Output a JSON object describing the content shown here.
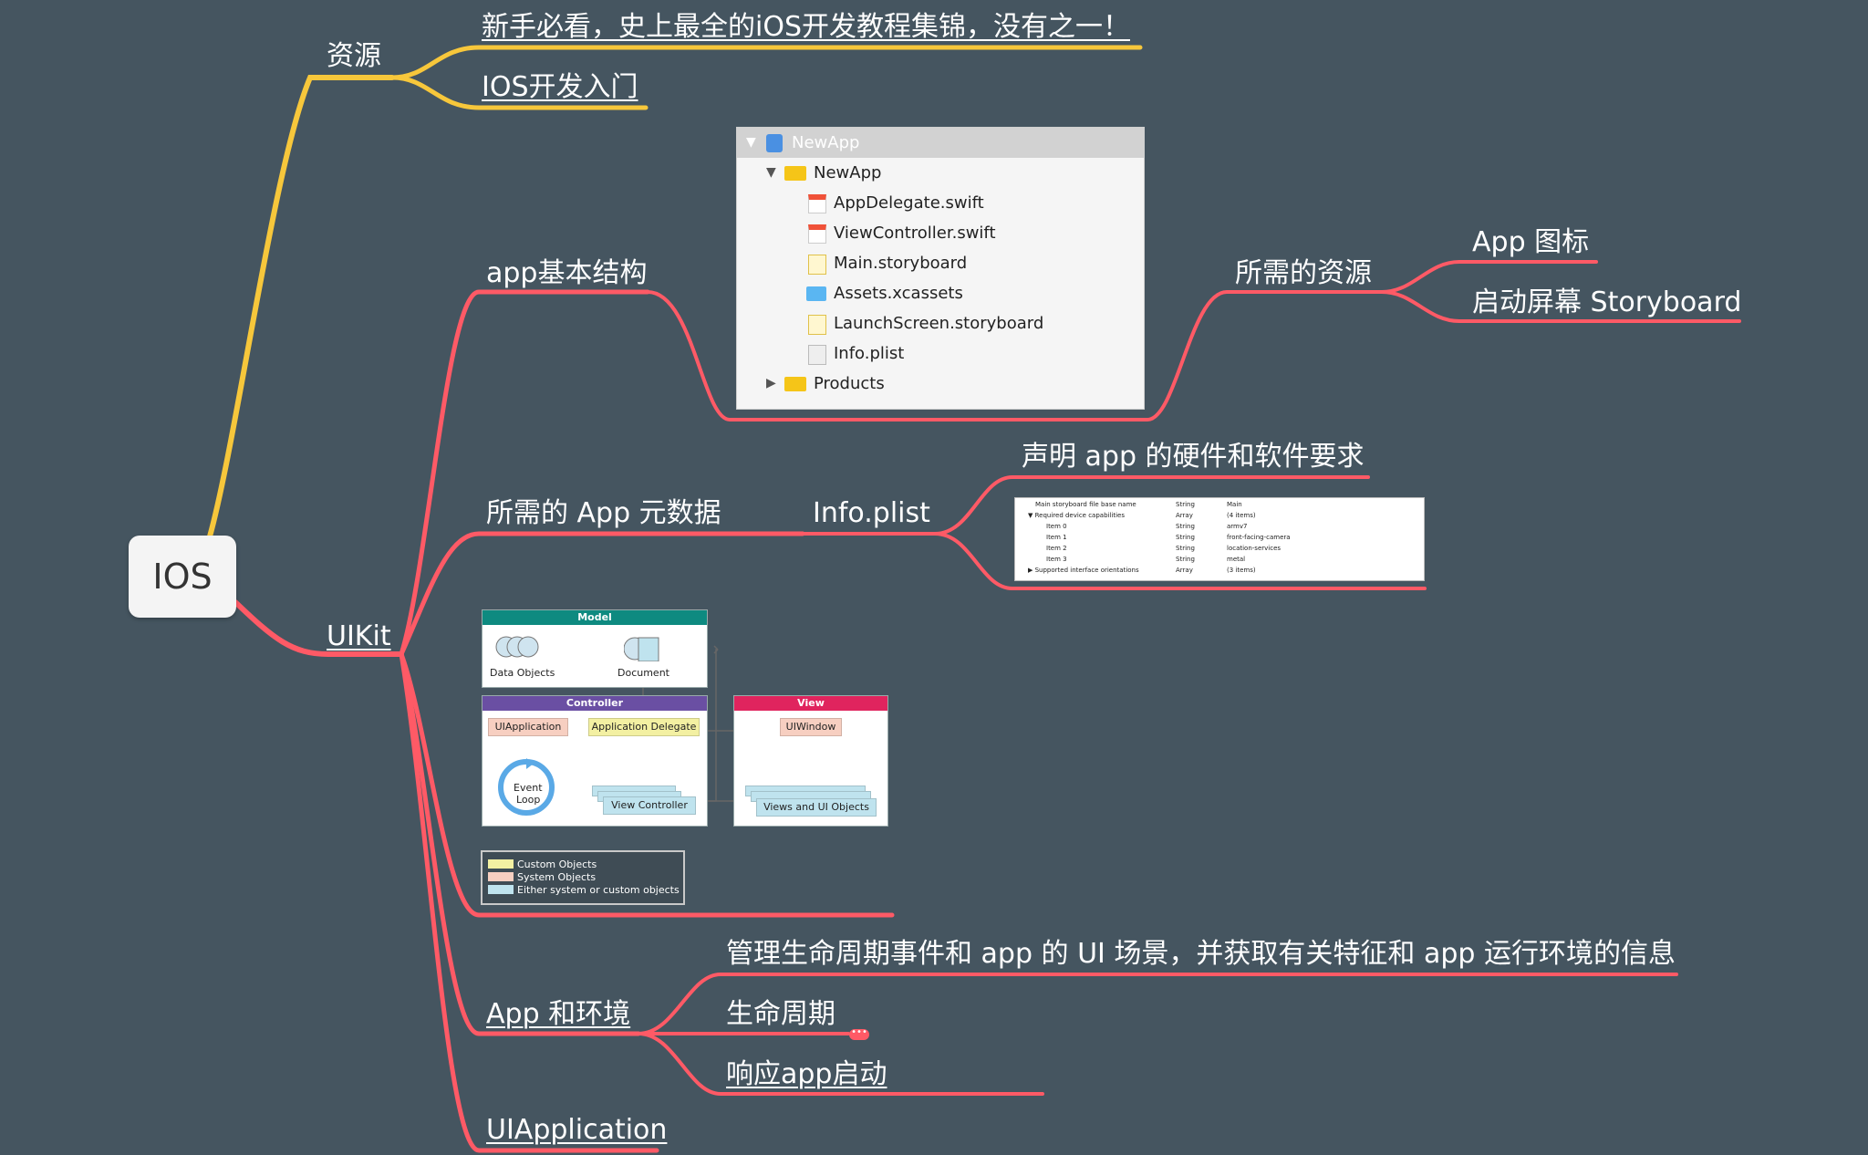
{
  "root": {
    "label": "IOS"
  },
  "branches": {
    "resources": {
      "label": "资源",
      "children": [
        "新手必看，史上最全的iOS开发教程集锦，没有之一！",
        "IOS开发入门"
      ]
    },
    "uikit": {
      "label": "UIKit",
      "app_structure": {
        "label": "app基本结构",
        "required_resources": {
          "label": "所需的资源",
          "children": [
            "App 图标",
            "启动屏幕 Storyboard"
          ]
        }
      },
      "metadata": {
        "label": "所需的 App 元数据",
        "info_plist": {
          "label": "Info.plist",
          "child": "声明 app 的硬件和软件要求"
        }
      },
      "app_env": {
        "label": "App 和环境",
        "children": [
          "管理生命周期事件和 app 的 UI 场景，并获取有关特征和 app 运行环境的信息",
          "生命周期",
          "响应app启动"
        ],
        "more_badge": "•••"
      },
      "uiapplication": {
        "label": "UIApplication"
      }
    }
  },
  "file_tree": {
    "rows": [
      "NewApp",
      "NewApp",
      "AppDelegate.swift",
      "ViewController.swift",
      "Main.storyboard",
      "Assets.xcassets",
      "LaunchScreen.storyboard",
      "Info.plist",
      "Products"
    ],
    "disclosure": [
      "▼",
      "▼",
      "▶"
    ]
  },
  "plist": {
    "rows": [
      [
        "Main storyboard file base name",
        "String",
        "Main"
      ],
      [
        "▼ Required device capabilities",
        "Array",
        "(4 items)"
      ],
      [
        "Item 0",
        "String",
        "armv7"
      ],
      [
        "Item 1",
        "String",
        "front-facing-camera"
      ],
      [
        "Item 2",
        "String",
        "location-services"
      ],
      [
        "Item 3",
        "String",
        "metal"
      ],
      [
        "▶ Supported interface orientations",
        "Array",
        "(3 items)"
      ]
    ]
  },
  "mvc": {
    "model": {
      "title": "Model",
      "data_objects": "Data Objects",
      "document": "Document"
    },
    "controller": {
      "title": "Controller",
      "uiapplication": "UIApplication",
      "app_delegate": "Application Delegate",
      "event": "Event",
      "loop": "Loop",
      "view_controller": "View Controller"
    },
    "view": {
      "title": "View",
      "uiwindow": "UIWindow",
      "views": "Views and UI Objects"
    },
    "legend": [
      "Custom Objects",
      "System Objects",
      "Either system or custom objects"
    ]
  },
  "colors": {
    "background": "#455560",
    "yellow_branch": "#f7c73b",
    "red_branch": "#ff5a66",
    "model_header": "#0e8a80",
    "controller_header": "#6a4fa3",
    "view_header": "#e0245e",
    "custom_swatch": "#f3f0a2",
    "system_swatch": "#f7cfc1",
    "either_swatch": "#bfe3ee"
  }
}
